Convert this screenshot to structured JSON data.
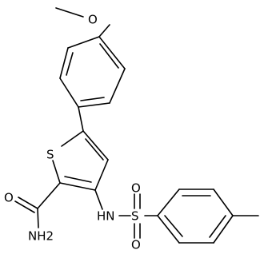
{
  "molecule": {
    "atoms": {
      "methoxy_o": "O",
      "ring_s": "S",
      "amide_nh2": "NH2",
      "amide_o": "O",
      "sulfonamide_nh": "HN",
      "sulfonyl_s": "S",
      "sulfonyl_o_top": "O",
      "sulfonyl_o_bottom": "O"
    }
  }
}
